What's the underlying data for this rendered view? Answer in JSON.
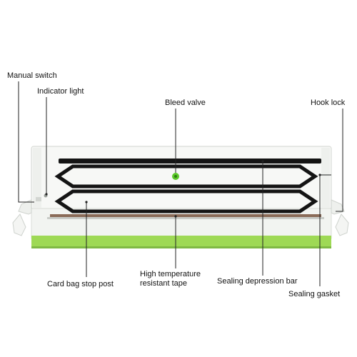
{
  "labels": {
    "manual_switch": "Manual switch",
    "indicator_light": "Indicator light",
    "bleed_valve": "Bleed valve",
    "hook_lock": "Hook lock",
    "card_bag_stop_post": "Card bag stop post",
    "high_temp_tape_line1": "High temperature",
    "high_temp_tape_line2": "resistant tape",
    "sealing_depression_bar": "Sealing depression bar",
    "sealing_gasket": "Sealing gasket"
  },
  "colors": {
    "body_white": "#f7f8f6",
    "body_shadow": "#e3e6e2",
    "accent_green": "#9ed955",
    "gasket_black": "#141414",
    "tape_brown": "#8a6b58",
    "valve_green": "#5cc92a",
    "leader_line": "#222222"
  }
}
